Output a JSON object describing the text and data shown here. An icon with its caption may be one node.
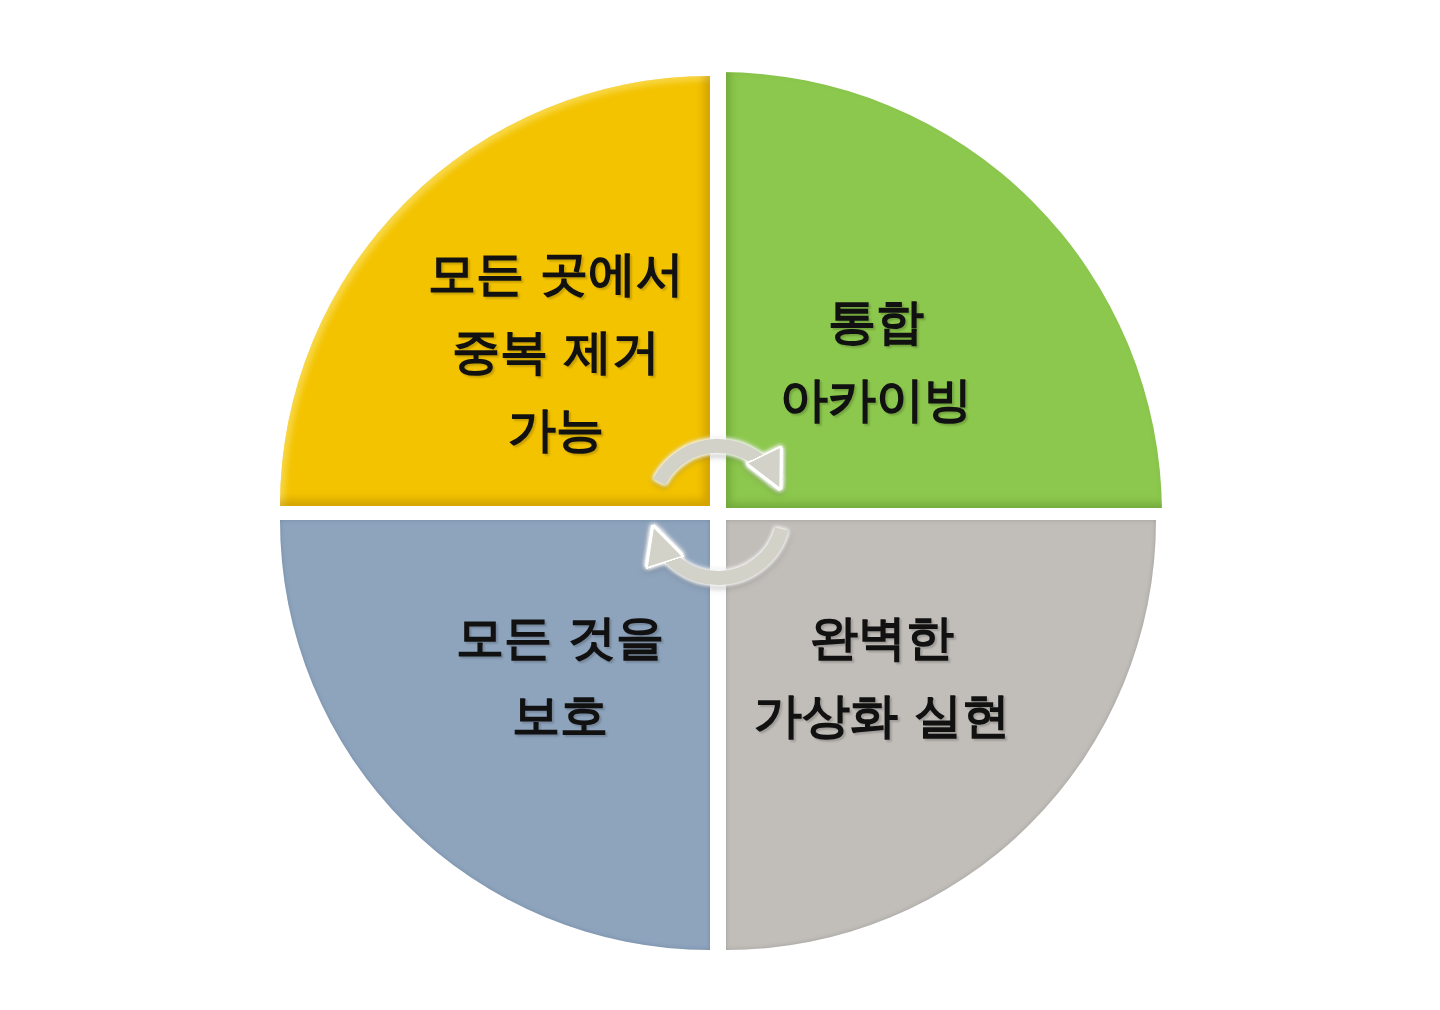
{
  "diagram": {
    "nodes": [
      {
        "text": [
          "모든 곳에서 중복 제거 가능"
        ]
      },
      {
        "text": [
          "통합 아카이빙"
        ]
      },
      {
        "text": [
          "모든 것을 보호"
        ]
      },
      {
        "text": [
          "완벽한 가상화 실현"
        ]
      }
    ],
    "edges": [
      {
        "from": 0,
        "to": 1,
        "arrow": "to"
      },
      {
        "from": 3,
        "to": 2,
        "arrow": "to"
      }
    ]
  }
}
